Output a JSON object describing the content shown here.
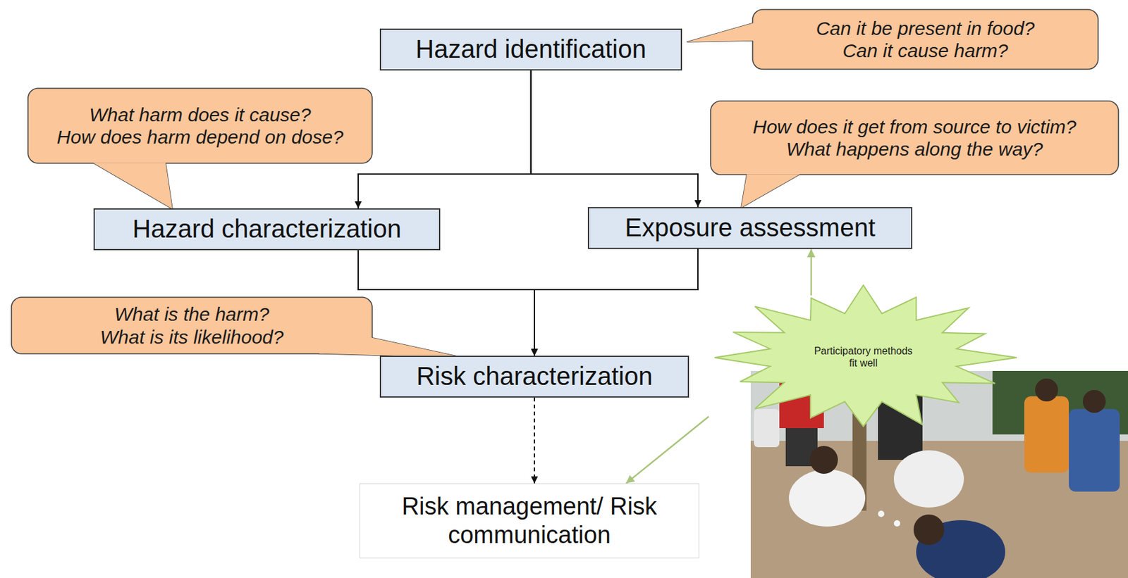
{
  "diagram": {
    "nodes": [
      {
        "text": [
          "Hazard identification"
        ]
      },
      {
        "text": [
          "Can it be present in food?",
          "Can it cause harm?"
        ]
      },
      {
        "text": [
          "What harm does it cause?",
          "How does harm depend on dose?"
        ]
      },
      {
        "text": [
          "How does it get from source to victim?",
          "What happens along the way?"
        ]
      },
      {
        "text": [
          "Hazard characterization"
        ]
      },
      {
        "text": [
          "Exposure assessment"
        ]
      },
      {
        "text": [
          "What is the harm?",
          "What is its likelihood?"
        ]
      },
      {
        "text": [
          "Risk characterization"
        ]
      },
      {
        "text": [
          "Participatory methods fit well"
        ]
      },
      {
        "text": [
          "Risk management/ Risk communication"
        ]
      }
    ],
    "edges": [
      {
        "from": 0,
        "to": 4,
        "arrow": "to"
      },
      {
        "from": 0,
        "to": 5,
        "arrow": "to"
      },
      {
        "from": 4,
        "to": 7,
        "arrow": "to"
      },
      {
        "from": 5,
        "to": 7,
        "arrow": "to"
      },
      {
        "from": 7,
        "to": 9,
        "arrow": "to"
      },
      {
        "from": 8,
        "to": 5,
        "arrow": "to"
      },
      {
        "from": 8,
        "to": 9,
        "arrow": "to"
      }
    ]
  }
}
